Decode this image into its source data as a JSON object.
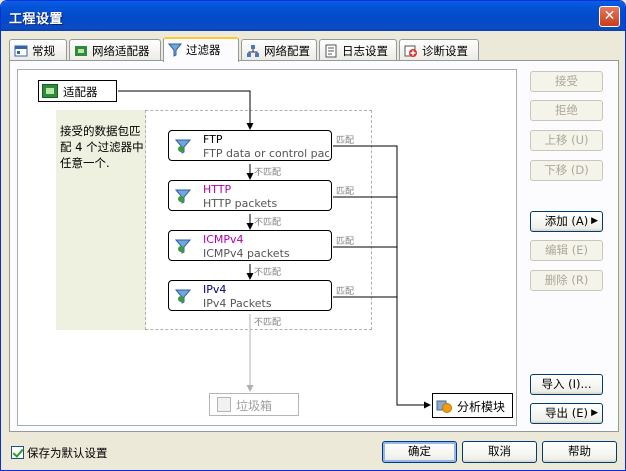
{
  "window": {
    "title": "工程设置",
    "close_glyph": "✕"
  },
  "tabs": [
    {
      "label": "常规",
      "icon": "general-icon"
    },
    {
      "label": "网络适配器",
      "icon": "adapter-icon"
    },
    {
      "label": "过滤器",
      "icon": "filter-icon",
      "active": true
    },
    {
      "label": "网络配置",
      "icon": "network-config-icon"
    },
    {
      "label": "日志设置",
      "icon": "log-icon"
    },
    {
      "label": "诊断设置",
      "icon": "diagnostic-icon"
    }
  ],
  "diagram": {
    "adapter_label": "适配器",
    "info_text": "接受的数据包匹配 4 个过滤器中任意一个.",
    "filters": [
      {
        "name": "FTP",
        "desc": "FTP data or control pack..."
      },
      {
        "name": "HTTP",
        "desc": "HTTP  packets"
      },
      {
        "name": "ICMPv4",
        "desc": "ICMPv4 packets"
      },
      {
        "name": "IPv4",
        "desc": "IPv4 Packets"
      }
    ],
    "match_label": "匹配",
    "nomatch_label": "不匹配",
    "trash_label": "垃圾箱",
    "analyze_label": "分析模块"
  },
  "side_buttons": {
    "accept": "接受",
    "reject": "拒绝",
    "move_up": "上移 (U)",
    "move_down": "下移 (D)",
    "add": "添加 (A)",
    "edit": "编辑 (E)",
    "delete": "删除 (R)",
    "import": "导入 (I)...",
    "export": "导出 (E)"
  },
  "footer": {
    "save_default_label": "保存为默认设置",
    "save_default_checked": true,
    "ok": "确定",
    "cancel": "取消",
    "help": "帮助"
  },
  "colors": {
    "title_bar": "#0453D7",
    "http_name": "#B300B3",
    "ipv4_name": "#00007F",
    "active_tab_top": "#FFC83C"
  }
}
